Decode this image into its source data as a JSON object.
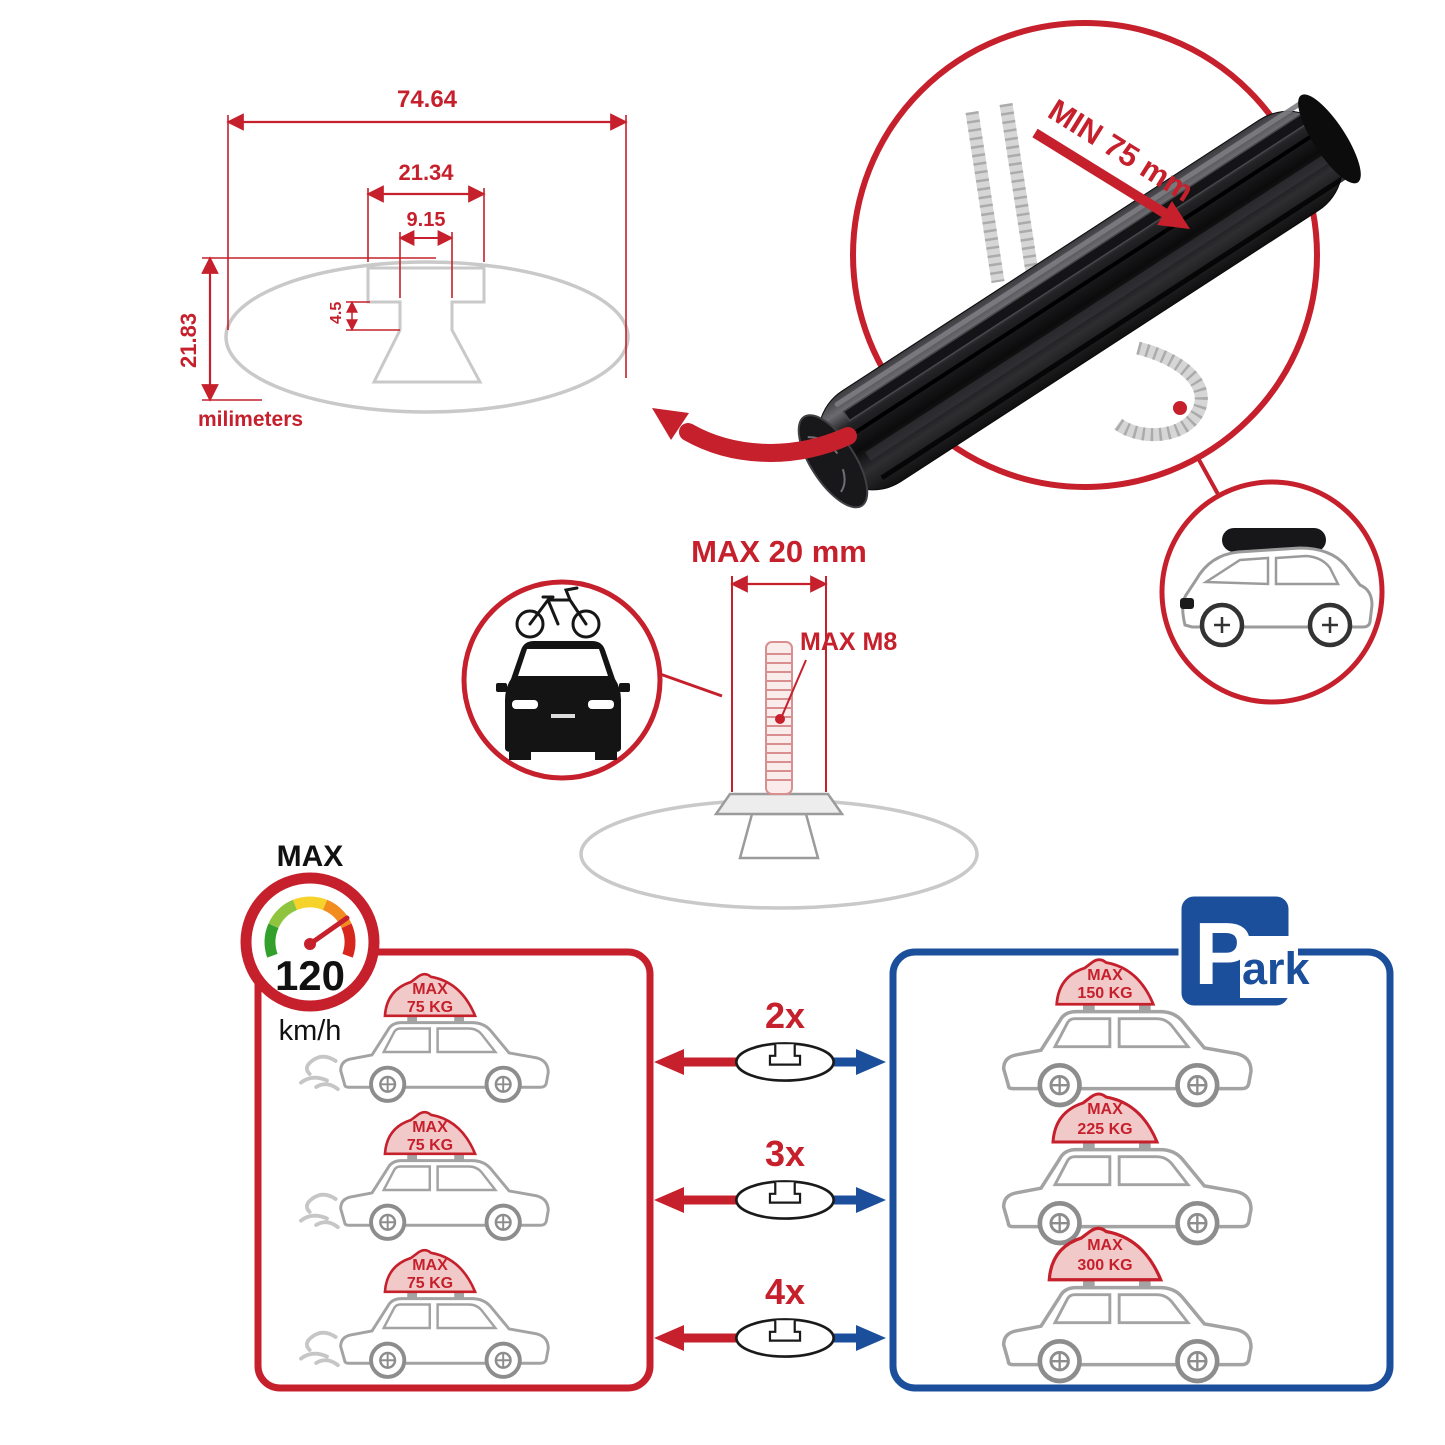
{
  "colors": {
    "red": "#c5202c",
    "blue": "#1b4f9c",
    "gray": "#c9c9c9",
    "dark": "#111111",
    "bag_pink": "#f2c9c9"
  },
  "tech_drawing": {
    "dim_total_width": "74.64",
    "dim_slot_outer": "21.34",
    "dim_slot_inner": "9.15",
    "dim_step": "4.5",
    "dim_height": "21.83",
    "unit": "milimeters"
  },
  "clamp": {
    "label": "MIN 75 mm"
  },
  "bolt": {
    "length_label": "MAX 20 mm",
    "thread_label": "MAX M8"
  },
  "speedometer": {
    "title": "MAX",
    "value": "120",
    "unit": "km/h"
  },
  "park": {
    "letter": "P",
    "rest": "ark"
  },
  "capacity": {
    "multipliers": [
      "2x",
      "3x",
      "4x"
    ],
    "left_cars": [
      {
        "max": "MAX",
        "weight": "75 KG"
      },
      {
        "max": "MAX",
        "weight": "75 KG"
      },
      {
        "max": "MAX",
        "weight": "75 KG"
      }
    ],
    "right_cars": [
      {
        "max": "MAX",
        "weight": "150 KG"
      },
      {
        "max": "MAX",
        "weight": "225 KG"
      },
      {
        "max": "MAX",
        "weight": "300 KG"
      }
    ]
  }
}
